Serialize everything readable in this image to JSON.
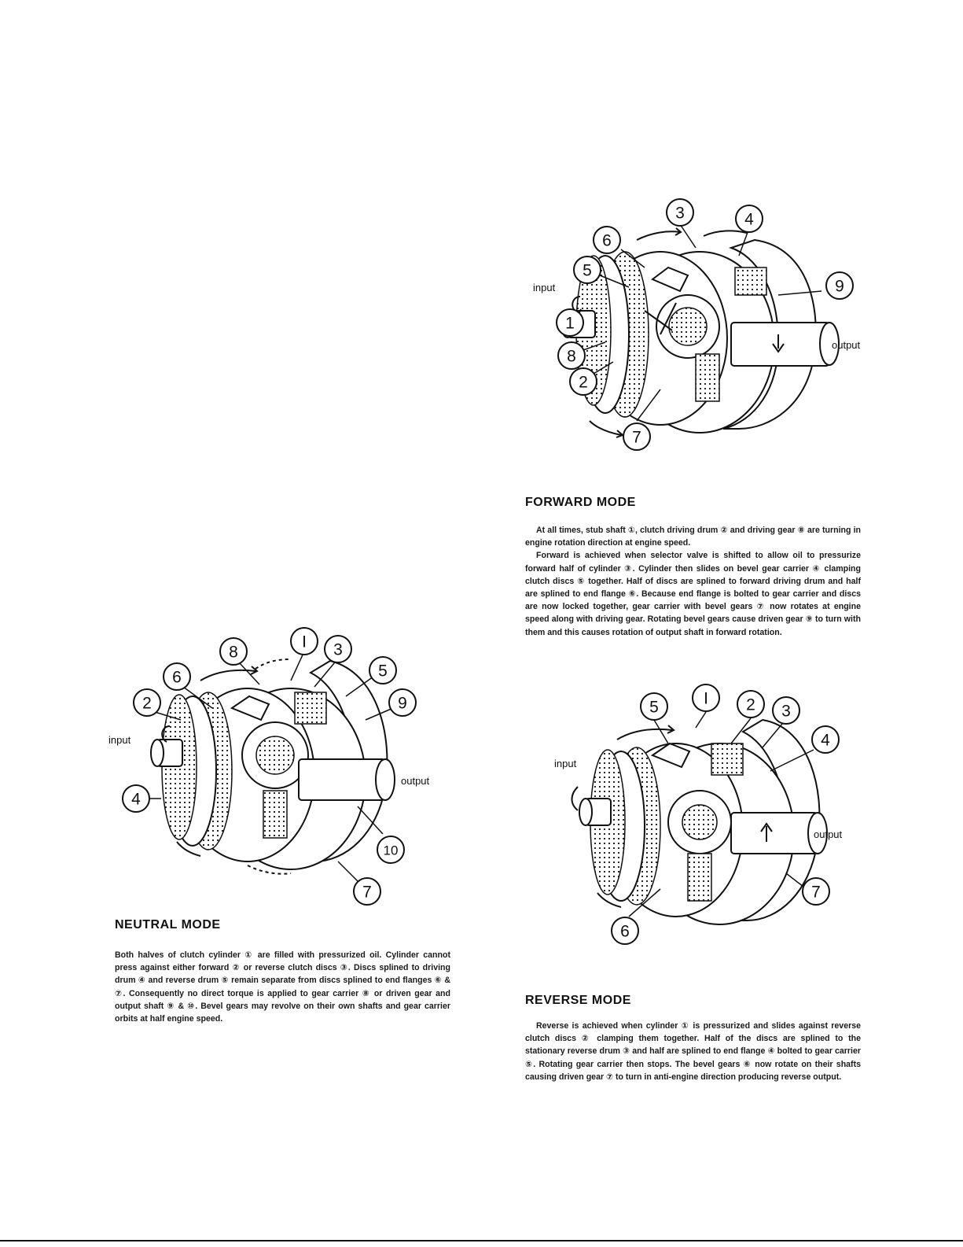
{
  "neutral": {
    "title": "NEUTRAL MODE",
    "text": "Both halves of clutch cylinder ① are filled with pressurized oil. Cylinder cannot press against either forward ② or reverse clutch discs ③. Discs splined to driving drum ④ and reverse drum ⑤ remain separate from discs splined to end flanges ⑥ & ⑦. Consequently no direct torque is applied to gear carrier ⑧ or driven gear and output shaft ⑨ & ⑩. Bevel gears may revolve on their own shafts and gear carrier orbits at half engine speed.",
    "input_label": "input",
    "output_label": "output",
    "callouts": [
      "8",
      "I",
      "3",
      "6",
      "5",
      "2",
      "9",
      "4",
      "10",
      "7"
    ]
  },
  "forward": {
    "title": "FORWARD MODE",
    "paragraph1": "At all times, stub shaft ①, clutch driving drum ② and driving gear ⑧ are turning in engine rotation direction at engine speed.",
    "paragraph2": "Forward is achieved when selector valve is shifted to allow oil to pressurize forward half of cylinder ③. Cylinder then slides on bevel gear carrier ④ clamping clutch discs ⑤ together. Half of discs are splined to forward driving drum and half are splined to end flange ⑥. Because end flange is bolted to gear carrier and discs are now locked together, gear carrier with bevel gears ⑦ now rotates at engine speed along with driving gear. Rotating bevel gears cause driven gear ⑨ to turn with them and this causes rotation of output shaft in forward rotation.",
    "input_label": "input",
    "output_label": "output",
    "callouts": [
      "3",
      "4",
      "6",
      "5",
      "9",
      "1",
      "8",
      "2",
      "7"
    ]
  },
  "reverse": {
    "title": "REVERSE MODE",
    "text": "Reverse is achieved when cylinder ① is pressurized and slides against reverse clutch discs ② clamping them together. Half of the discs are splined to the stationary reverse drum ③ and half are splined to end flange ④ bolted to gear carrier ⑤. Rotating gear carrier then stops. The bevel gears ⑥ now rotate on their shafts causing driven gear ⑦ to turn in anti-engine direction producing reverse output.",
    "input_label": "input",
    "output_label": "output",
    "callouts": [
      "5",
      "I",
      "2",
      "3",
      "4",
      "7",
      "6"
    ]
  }
}
